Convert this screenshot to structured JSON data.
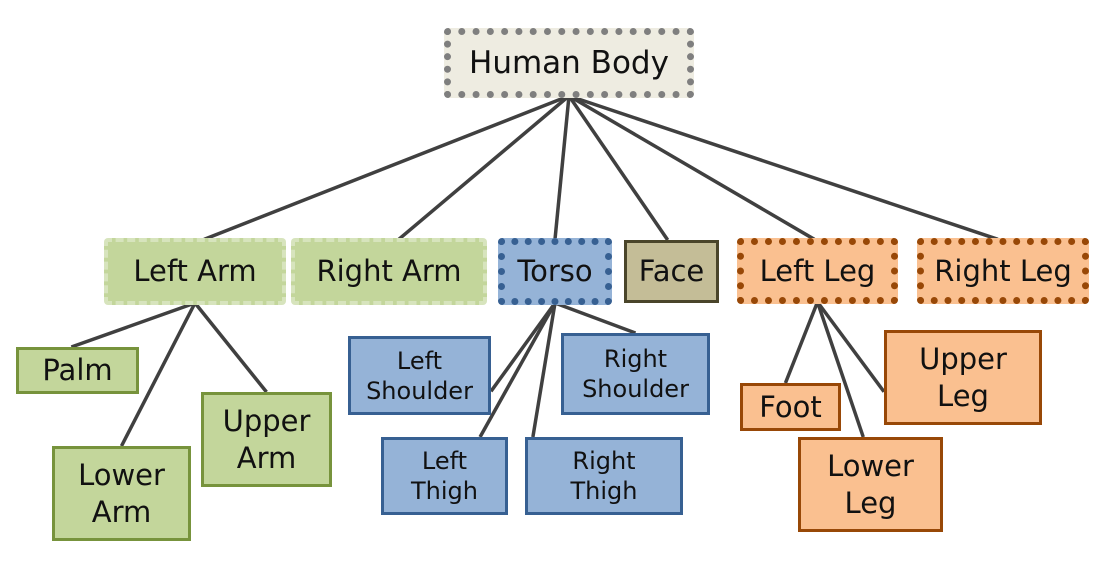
{
  "diagram": {
    "title": "Human Body hierarchy",
    "styles": {
      "root": {
        "fill": "#eeece1",
        "stroke": "#7f7f7f",
        "border": "dotted-thick"
      },
      "arm": {
        "fill": "#c3d69b",
        "stroke": "#d7e4bd",
        "border": "dashed"
      },
      "arm_child": {
        "fill": "#c3d69b",
        "stroke": "#77933c",
        "border": "solid"
      },
      "torso": {
        "fill": "#95b3d7",
        "stroke": "#376092",
        "border": "dotted-thick"
      },
      "torso_child": {
        "fill": "#95b3d7",
        "stroke": "#376092",
        "border": "solid"
      },
      "face": {
        "fill": "#c4bd97",
        "stroke": "#4a452a",
        "border": "solid"
      },
      "leg": {
        "fill": "#fac090",
        "stroke": "#984807",
        "border": "dotted-thick"
      },
      "leg_child": {
        "fill": "#fac090",
        "stroke": "#984807",
        "border": "solid"
      },
      "edge_color": "#404040"
    },
    "nodes": {
      "root": {
        "label": "Human Body",
        "style": "root"
      },
      "larm": {
        "label": "Left Arm",
        "style": "arm"
      },
      "rarm": {
        "label": "Right  Arm",
        "style": "arm"
      },
      "torso": {
        "label": "Torso",
        "style": "torso"
      },
      "face": {
        "label": "Face",
        "style": "face"
      },
      "lleg": {
        "label": "Left Leg",
        "style": "leg"
      },
      "rleg": {
        "label": "Right Leg",
        "style": "leg"
      },
      "palm": {
        "label": "Palm",
        "style": "arm_child"
      },
      "lowerarm": {
        "label": "Lower\nArm",
        "style": "arm_child"
      },
      "upperarm": {
        "label": "Upper\nArm",
        "style": "arm_child"
      },
      "lshoulder": {
        "label": "Left\nShoulder",
        "style": "torso_child"
      },
      "rshoulder": {
        "label": "Right\nShoulder",
        "style": "torso_child"
      },
      "lthigh": {
        "label": "Left\nThigh",
        "style": "torso_child"
      },
      "rthigh": {
        "label": "Right\nThigh",
        "style": "torso_child"
      },
      "foot": {
        "label": "Foot",
        "style": "leg_child"
      },
      "lowerleg": {
        "label": "Lower\nLeg",
        "style": "leg_child"
      },
      "upperleg": {
        "label": "Upper\nLeg",
        "style": "leg_child"
      }
    },
    "edges": [
      [
        "root",
        "larm"
      ],
      [
        "root",
        "rarm"
      ],
      [
        "root",
        "torso"
      ],
      [
        "root",
        "face"
      ],
      [
        "root",
        "lleg"
      ],
      [
        "root",
        "rleg"
      ],
      [
        "larm",
        "palm"
      ],
      [
        "larm",
        "lowerarm"
      ],
      [
        "larm",
        "upperarm"
      ],
      [
        "torso",
        "lshoulder"
      ],
      [
        "torso",
        "rshoulder"
      ],
      [
        "torso",
        "lthigh"
      ],
      [
        "torso",
        "rthigh"
      ],
      [
        "lleg",
        "foot"
      ],
      [
        "lleg",
        "lowerleg"
      ],
      [
        "lleg",
        "upperleg"
      ]
    ]
  }
}
